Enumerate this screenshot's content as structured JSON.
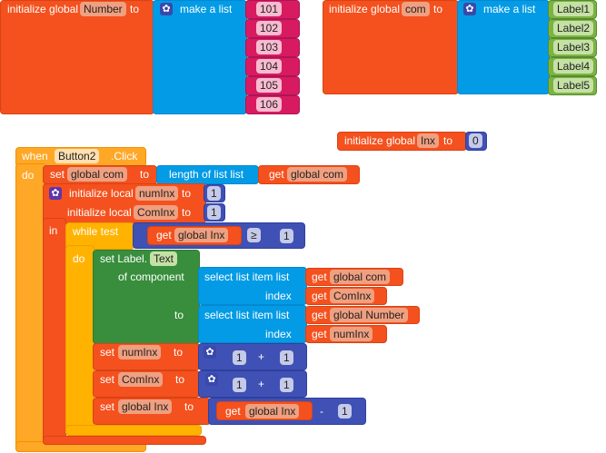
{
  "number_block": {
    "init": "initialize global",
    "var": "Number",
    "to": "to",
    "make": "make a list",
    "items": [
      "101",
      "102",
      "103",
      "104",
      "105",
      "106"
    ]
  },
  "com_block": {
    "init": "initialize global",
    "var": "com",
    "to": "to",
    "make": "make a list",
    "items": [
      "Label1",
      "Label2",
      "Label3",
      "Label4",
      "Label5"
    ]
  },
  "inx_block": {
    "init": "initialize global",
    "var": "Inx",
    "to": "to",
    "value": "0"
  },
  "event": {
    "when": "when",
    "component": "Button2",
    "event": ".Click",
    "do": "do",
    "set_com": {
      "set": "set",
      "var": "global com",
      "to": "to",
      "length": "length of list  list",
      "get": "get",
      "get_var": "global com"
    },
    "local": {
      "init1": "initialize local",
      "var1": "numInx",
      "to": "to",
      "val1": "1",
      "init2": "initialize local",
      "var2": "ComInx",
      "val2": "1",
      "in": "in"
    },
    "while": {
      "while": "while  test",
      "get": "get",
      "get_var": "global Inx",
      "op": "≥",
      "val": "1",
      "do": "do"
    },
    "set_label": {
      "set": "set Label.",
      "prop": "Text",
      "of_component": "of component",
      "to": "to",
      "select": "select list item  list",
      "index": "index",
      "list1": "global com",
      "index1": "ComInx",
      "list2": "global Number",
      "index2": "numInx",
      "get": "get"
    },
    "set_num": {
      "set": "set",
      "var": "numInx",
      "to": "to",
      "a": "1",
      "op": "+",
      "b": "1"
    },
    "set_cominx": {
      "set": "set",
      "var": "ComInx",
      "to": "to",
      "a": "1",
      "op": "+",
      "b": "1"
    },
    "set_inx": {
      "set": "set",
      "var": "global Inx",
      "to": "to",
      "get": "get",
      "get_var": "global Inx",
      "op": "-",
      "b": "1"
    }
  },
  "colors": {
    "variables": "#f4511e",
    "lists": "#039be5",
    "text": "#d81b60",
    "components": "#7cb342",
    "setter": "#388e3c",
    "event": "#ffa726",
    "control": "#ffb300",
    "math": "#3f51b5"
  }
}
